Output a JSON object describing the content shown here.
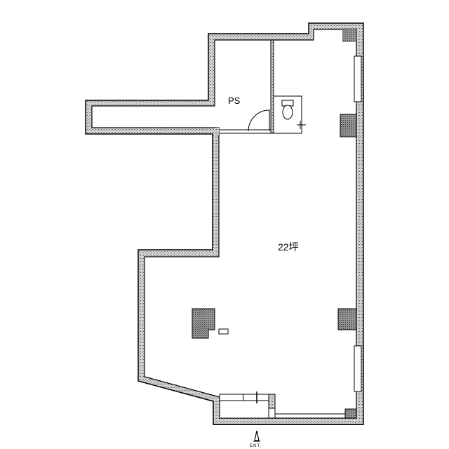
{
  "floor_plan": {
    "rooms": [
      {
        "label": "PS"
      },
      {
        "label": "22坪"
      }
    ],
    "entrance_label": "ENT.",
    "colors": {
      "wall_fill": "#b8b8b8",
      "line": "#000000",
      "background": "#ffffff"
    }
  }
}
